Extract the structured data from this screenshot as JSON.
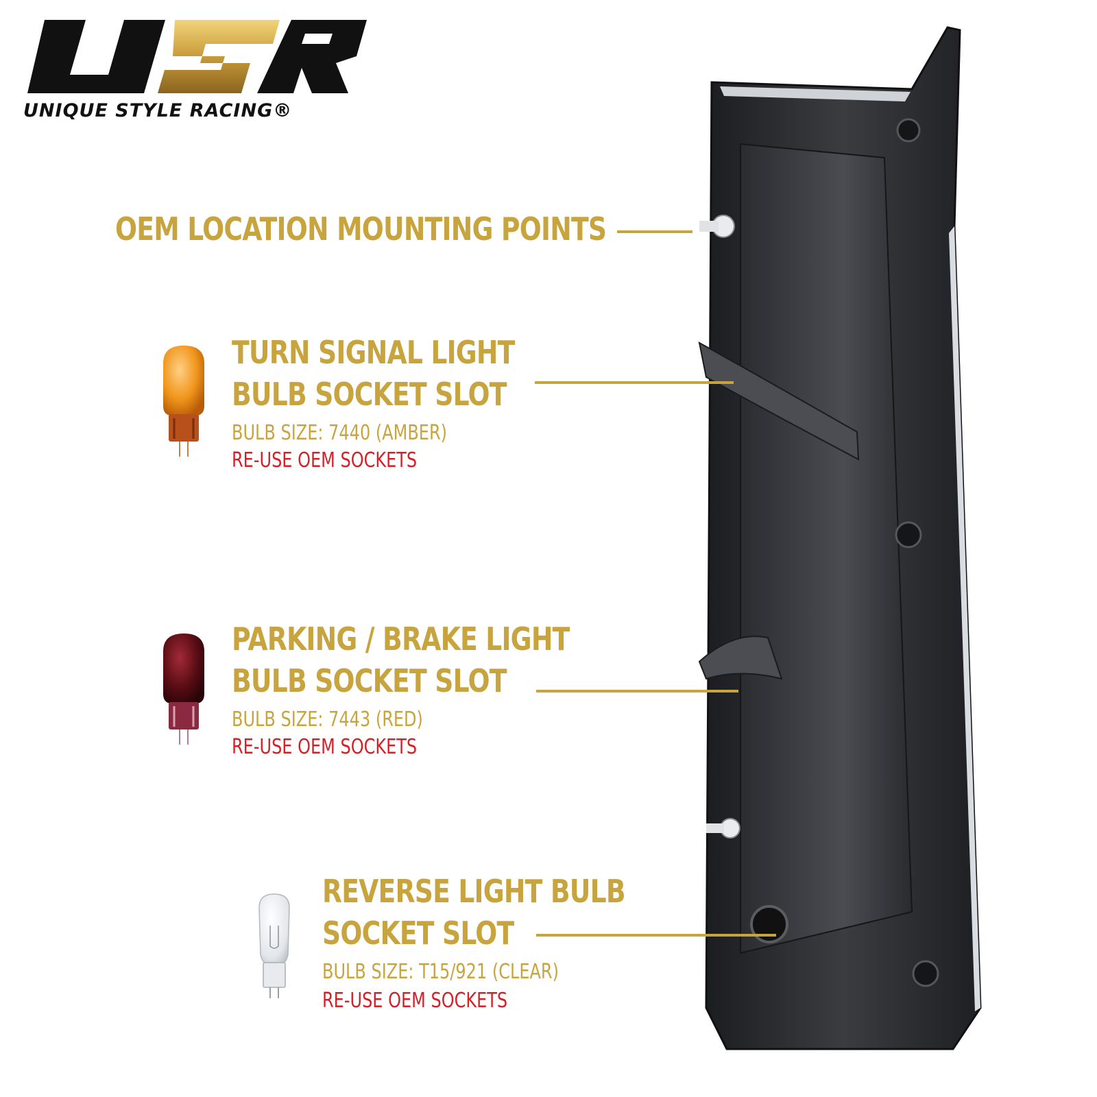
{
  "logo": {
    "tagline": "UNIQUE STYLE RACING®",
    "colors": {
      "dark": "#111111",
      "gold": "#c8a43e"
    }
  },
  "callouts": {
    "mounting": {
      "title": "OEM LOCATION MOUNTING POINTS"
    },
    "turn_signal": {
      "title_line1": "TURN SIGNAL LIGHT",
      "title_line2": "BULB SOCKET SLOT",
      "bulb_size": "BULB SIZE: 7440 (AMBER)",
      "note": "RE-USE OEM SOCKETS",
      "bulb_color": "#e8901a"
    },
    "brake": {
      "title_line1": "PARKING / BRAKE LIGHT",
      "title_line2": "BULB SOCKET SLOT",
      "bulb_size": "BULB SIZE: 7443 (RED)",
      "note": "RE-USE OEM SOCKETS",
      "bulb_color": "#5a0d14"
    },
    "reverse": {
      "title_line1": "REVERSE LIGHT BULB",
      "title_line2": "SOCKET SLOT",
      "bulb_size": "BULB SIZE: T15/921 (CLEAR)",
      "note": "RE-USE OEM SOCKETS",
      "bulb_color": "#e6e9ec"
    }
  },
  "colors": {
    "gold": "#c8a43e",
    "red": "#d81f26",
    "housing": "#2a2b2e"
  }
}
